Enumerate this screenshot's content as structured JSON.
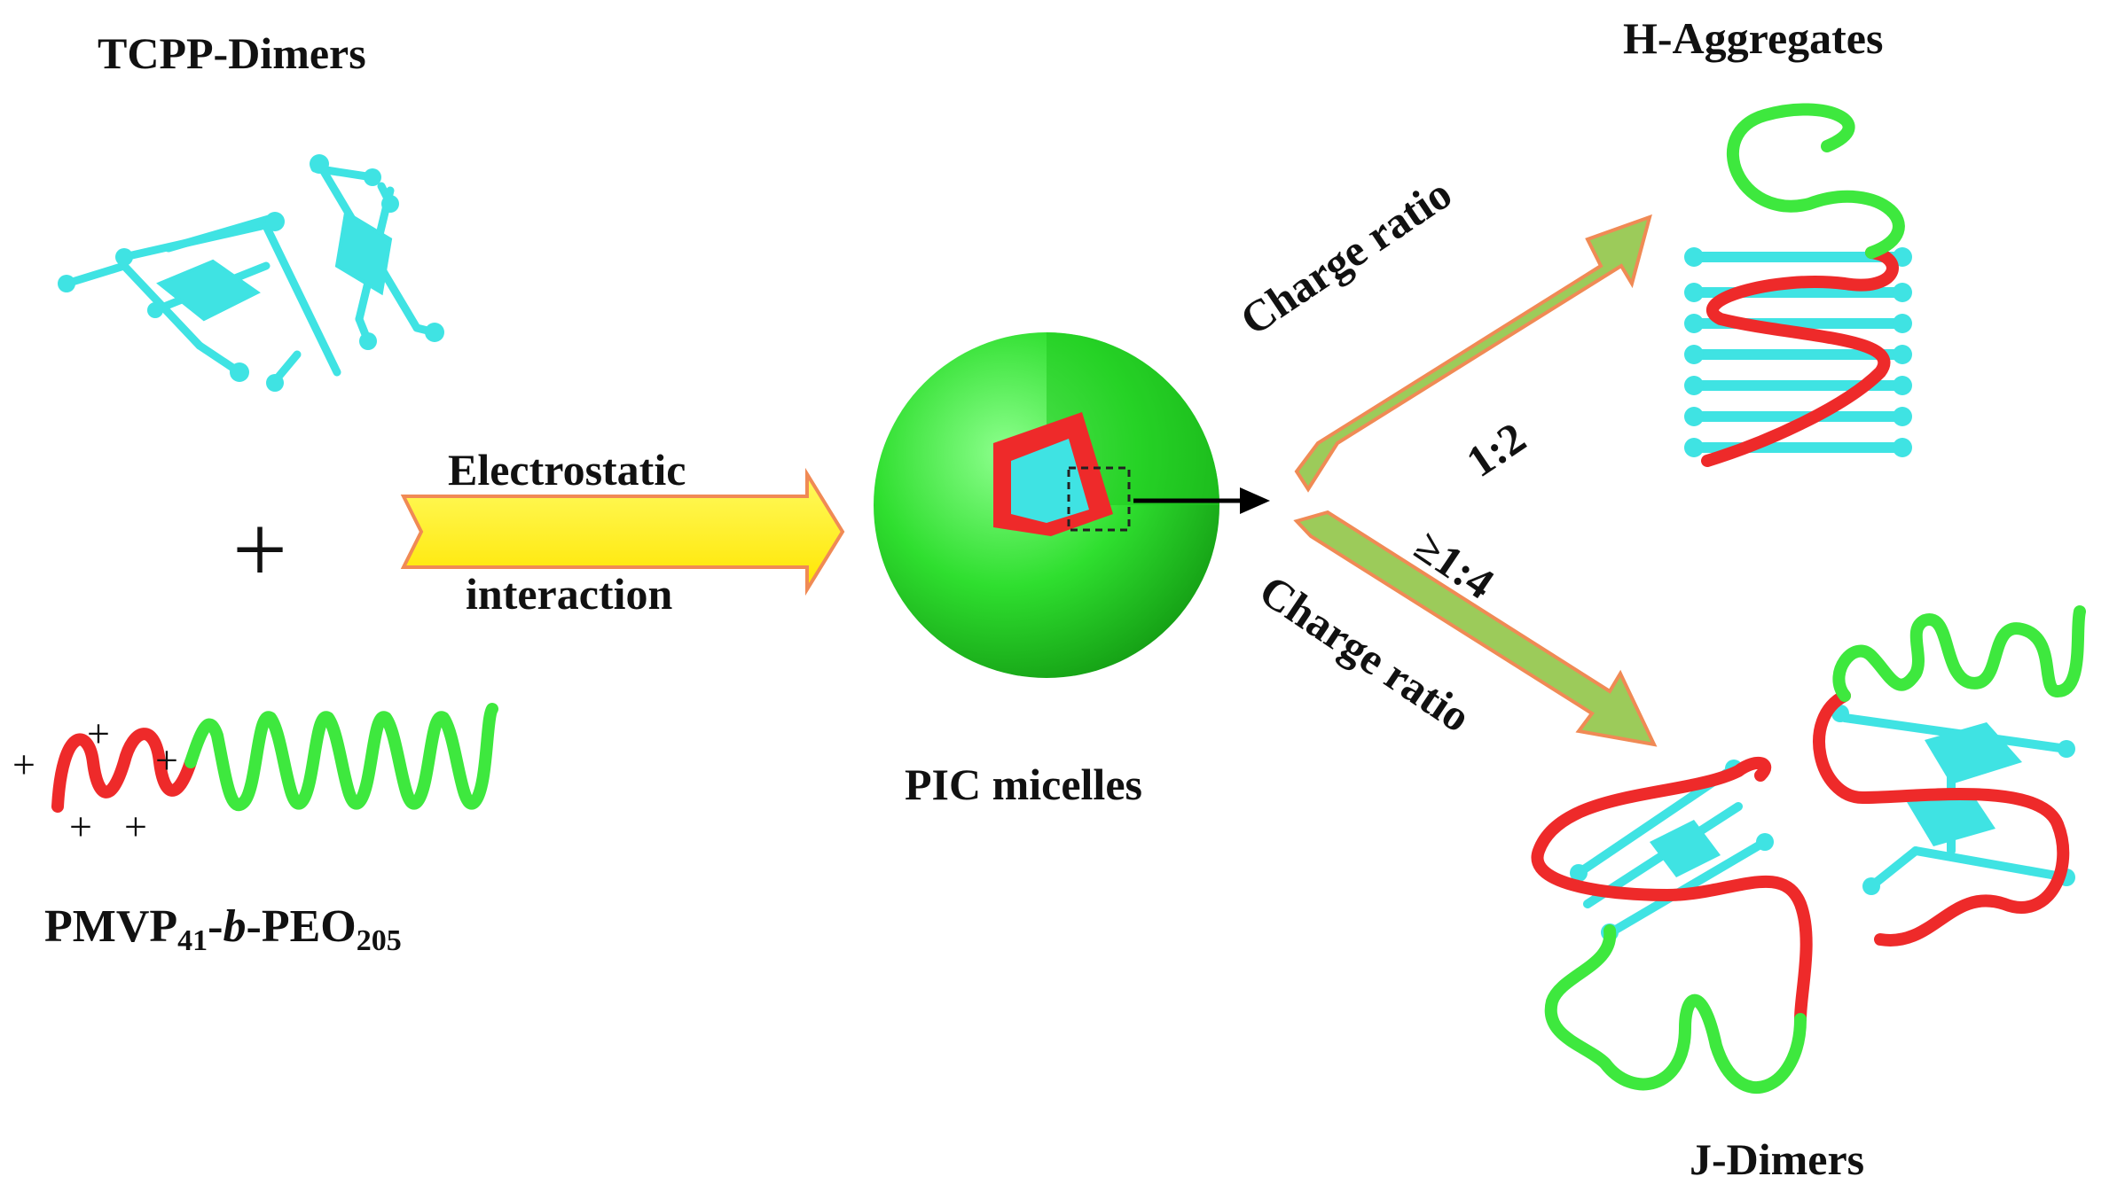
{
  "labels": {
    "tcpp": "TCPP-Dimers",
    "plus": "+",
    "polymer_prefix": "PMVP",
    "polymer_sub1": "41",
    "polymer_dash1": "-",
    "polymer_b": "b",
    "polymer_dash2": "-PEO",
    "polymer_sub2": "205",
    "electrostatic": "Electrostatic",
    "interaction": "interaction",
    "pic": "PIC micelles",
    "charge_ratio_upper": "Charge ratio",
    "ratio_upper": "1:2",
    "ratio_lower": "≥1:4",
    "charge_ratio_lower": "Charge ratio",
    "h_aggregates": "H-Aggregates",
    "j_dimers": "J-Dimers",
    "charge_marks": [
      "+",
      "+",
      "+",
      "+",
      "+"
    ]
  },
  "colors": {
    "cyan": "#3fe3e3",
    "red": "#ee2a2a",
    "green": "#3ee83e",
    "yellow_arrow": "#fff700",
    "olive_arrow": "#9ccb5a",
    "arrow_outline": "#f08a55"
  }
}
